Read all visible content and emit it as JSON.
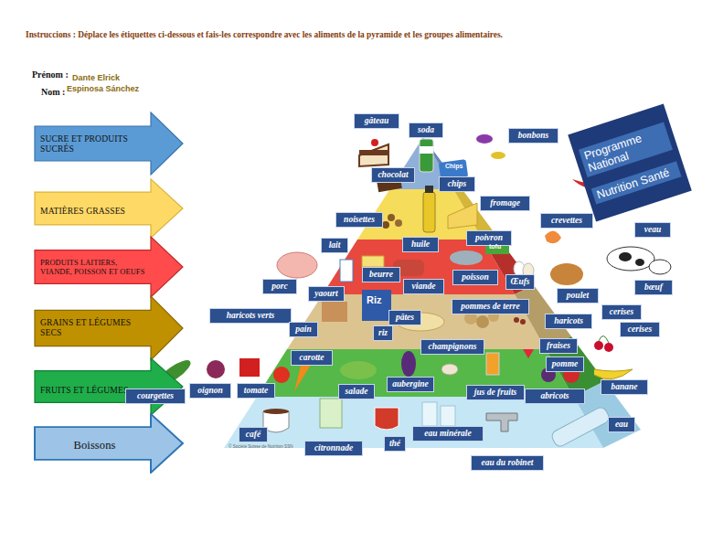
{
  "diagram": {
    "title": "Instruccions : Déplace les étiquettes ci-dessous et fais-les correspondre avec les aliments de la pyramide et les groupes alimentaires.",
    "nodes": [
      {
        "text": [
          "SUCRE ET PRODUITS SUCRÉS"
        ]
      },
      {
        "text": [
          "MATIÈRES GRASSES"
        ]
      },
      {
        "text": [
          "PRODUITS LAITIERS, VIANDE, POISSON ET OEUFS"
        ]
      },
      {
        "text": [
          "GRAINS ET LÉGUMES SECS"
        ]
      },
      {
        "text": [
          "FRUITS ET LÉGUMES"
        ]
      },
      {
        "text": [
          "Boissons"
        ]
      },
      {
        "text": [
          "gâteau"
        ]
      },
      {
        "text": [
          "soda"
        ]
      },
      {
        "text": [
          "bonbons"
        ]
      },
      {
        "text": [
          "Programme National",
          "Nutrition Santé"
        ]
      },
      {
        "text": [
          "chocolat"
        ]
      },
      {
        "text": [
          "chips"
        ]
      },
      {
        "text": [
          "fromage"
        ]
      },
      {
        "text": [
          "noisettes"
        ]
      },
      {
        "text": [
          "crevettes"
        ]
      },
      {
        "text": [
          "veau"
        ]
      },
      {
        "text": [
          "huile"
        ]
      },
      {
        "text": [
          "poivron"
        ]
      },
      {
        "text": [
          "lait"
        ]
      },
      {
        "text": [
          "beurre"
        ]
      },
      {
        "text": [
          "poisson"
        ]
      },
      {
        "text": [
          "Œufs"
        ]
      },
      {
        "text": [
          "porc"
        ]
      },
      {
        "text": [
          "viande"
        ]
      },
      {
        "text": [
          "bœuf"
        ]
      },
      {
        "text": [
          "yaourt"
        ]
      },
      {
        "text": [
          "poulet"
        ]
      },
      {
        "text": [
          "pommes de terre"
        ]
      },
      {
        "text": [
          "cerises"
        ]
      },
      {
        "text": [
          "haricots verts"
        ]
      },
      {
        "text": [
          "pâtes"
        ]
      },
      {
        "text": [
          "haricots"
        ]
      },
      {
        "text": [
          "pain"
        ]
      },
      {
        "text": [
          "cerises"
        ]
      },
      {
        "text": [
          "riz"
        ]
      },
      {
        "text": [
          "champignons"
        ]
      },
      {
        "text": [
          "fraises"
        ]
      },
      {
        "text": [
          "carotte"
        ]
      },
      {
        "text": [
          "pomme"
        ]
      },
      {
        "text": [
          "aubergine"
        ]
      },
      {
        "text": [
          "banane"
        ]
      },
      {
        "text": [
          "oignon"
        ]
      },
      {
        "text": [
          "tomate"
        ]
      },
      {
        "text": [
          "salade"
        ]
      },
      {
        "text": [
          "jus de fruits"
        ]
      },
      {
        "text": [
          "courgettes"
        ]
      },
      {
        "text": [
          "abricots"
        ]
      },
      {
        "text": [
          "eau"
        ]
      },
      {
        "text": [
          "eau minérale"
        ]
      },
      {
        "text": [
          "café"
        ]
      },
      {
        "text": [
          "thé"
        ]
      },
      {
        "text": [
          "citronnade"
        ]
      },
      {
        "text": [
          "eau du robinet"
        ]
      }
    ],
    "labels": [
      "Prénom :",
      "Dante Elrick",
      "Nom :",
      "Espinosa Sánchez",
      "Chips",
      "Riz",
      "tofu",
      "© Société Suisse de Nutrition SSN"
    ]
  }
}
